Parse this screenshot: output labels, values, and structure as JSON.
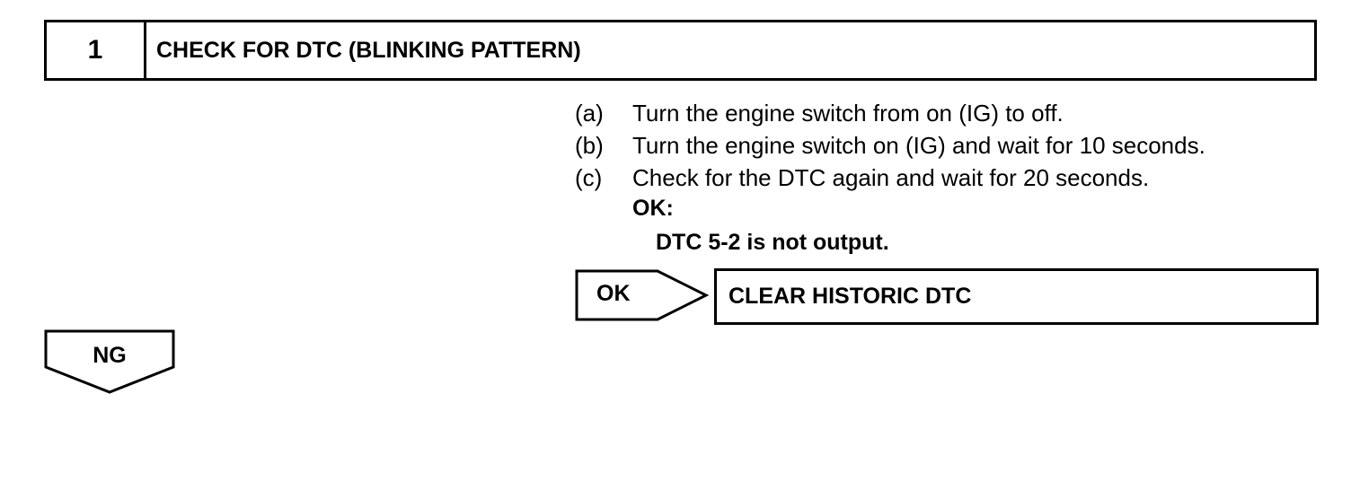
{
  "step": {
    "number": "1",
    "title": "CHECK FOR DTC (BLINKING PATTERN)"
  },
  "instructions": [
    {
      "label": "(a)",
      "text": "Turn the engine switch from on (IG) to off."
    },
    {
      "label": "(b)",
      "text": "Turn the engine switch on (IG) and wait for 10 seconds."
    },
    {
      "label": "(c)",
      "text": "Check for the DTC again and wait for 20 seconds."
    }
  ],
  "ok_condition": {
    "title": "OK:",
    "detail": "DTC 5-2 is not output."
  },
  "ok_branch": {
    "label": "OK",
    "result": "CLEAR HISTORIC DTC"
  },
  "ng_branch": {
    "label": "NG"
  }
}
